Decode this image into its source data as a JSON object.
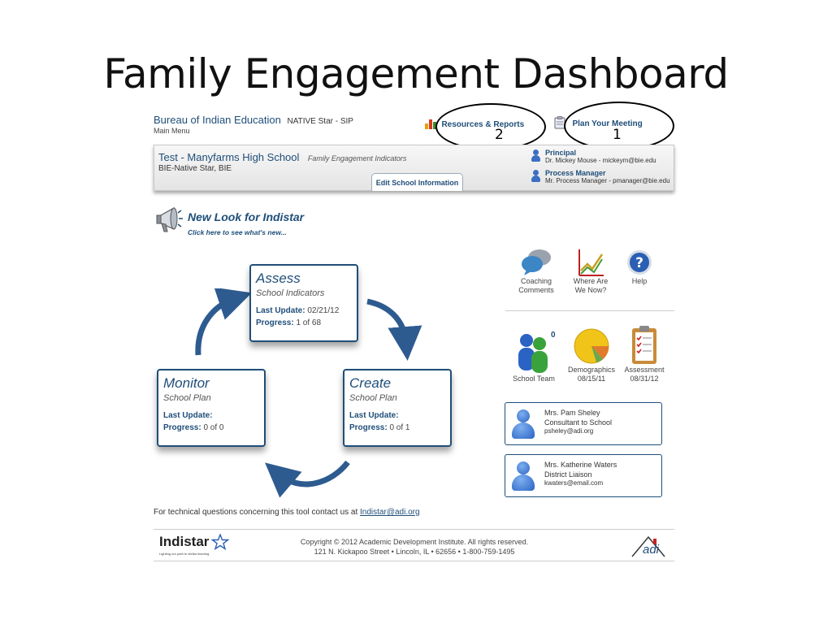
{
  "slide_title": "Family Engagement Dashboard",
  "header": {
    "org_name": "Bureau of Indian Education",
    "org_sub": "NATIVE Star - SIP",
    "main_menu": "Main Menu",
    "resources_label": "Resources & Reports",
    "plan_label": "Plan Your Meeting",
    "annotation_resources": "2",
    "annotation_plan": "1"
  },
  "school": {
    "name": "Test - Manyfarms High School",
    "indicators": "Family Engagement Indicators",
    "sub": "BIE-Native Star, BIE",
    "edit_label": "Edit School Information",
    "principal_role": "Principal",
    "principal_detail": "Dr. Mickey Mouse - mickeym@bie.edu",
    "pm_role": "Process Manager",
    "pm_detail": "Mr. Process Manager - pmanager@bie.edu"
  },
  "new_look": {
    "title": "New Look for Indistar",
    "subtitle": "Click here to see what's new..."
  },
  "cycle": {
    "assess": {
      "title": "Assess",
      "subtitle": "School Indicators",
      "update_label": "Last Update:",
      "update_value": "02/21/12",
      "progress_label": "Progress:",
      "progress_value": "1 of 68"
    },
    "create": {
      "title": "Create",
      "subtitle": "School Plan",
      "update_label": "Last Update:",
      "update_value": "",
      "progress_label": "Progress:",
      "progress_value": "0 of 1"
    },
    "monitor": {
      "title": "Monitor",
      "subtitle": "School Plan",
      "update_label": "Last Update:",
      "update_value": "",
      "progress_label": "Progress:",
      "progress_value": "0 of 0"
    }
  },
  "tools": {
    "coaching_1": "Coaching",
    "coaching_2": "Comments",
    "where_1": "Where Are",
    "where_2": "We Now?",
    "help": "Help",
    "team": "School Team",
    "team_count": "0",
    "demo_1": "Demographics",
    "demo_2": "08/15/11",
    "assess_1": "Assessment",
    "assess_2": "08/31/12"
  },
  "contacts": [
    {
      "name": "Mrs. Pam Sheley",
      "role": "Consultant to School",
      "email": "psheley@adi.org"
    },
    {
      "name": "Mrs. Katherine Waters",
      "role": "District Liaison",
      "email": "kwaters@email.com"
    }
  ],
  "footer": {
    "tech_text": "For technical questions concerning this tool contact us at",
    "tech_link": "Indistar@adi.org",
    "brand": "Indistar",
    "brand_tag": "Lighting our path to stellar learning",
    "copyright_1": "Copyright © 2012 Academic Development Institute. All rights reserved.",
    "copyright_2": "121 N. Kickapoo Street • Lincoln, IL • 62656 • 1-800-759-1495",
    "adi": "adi"
  },
  "colors": {
    "brand_blue": "#1f4e79",
    "arrow_blue": "#2e5b8f"
  },
  "icons": {
    "resources": "bar-chart-icon",
    "plan": "clipboard-icon",
    "new_look": "megaphone-icon"
  }
}
